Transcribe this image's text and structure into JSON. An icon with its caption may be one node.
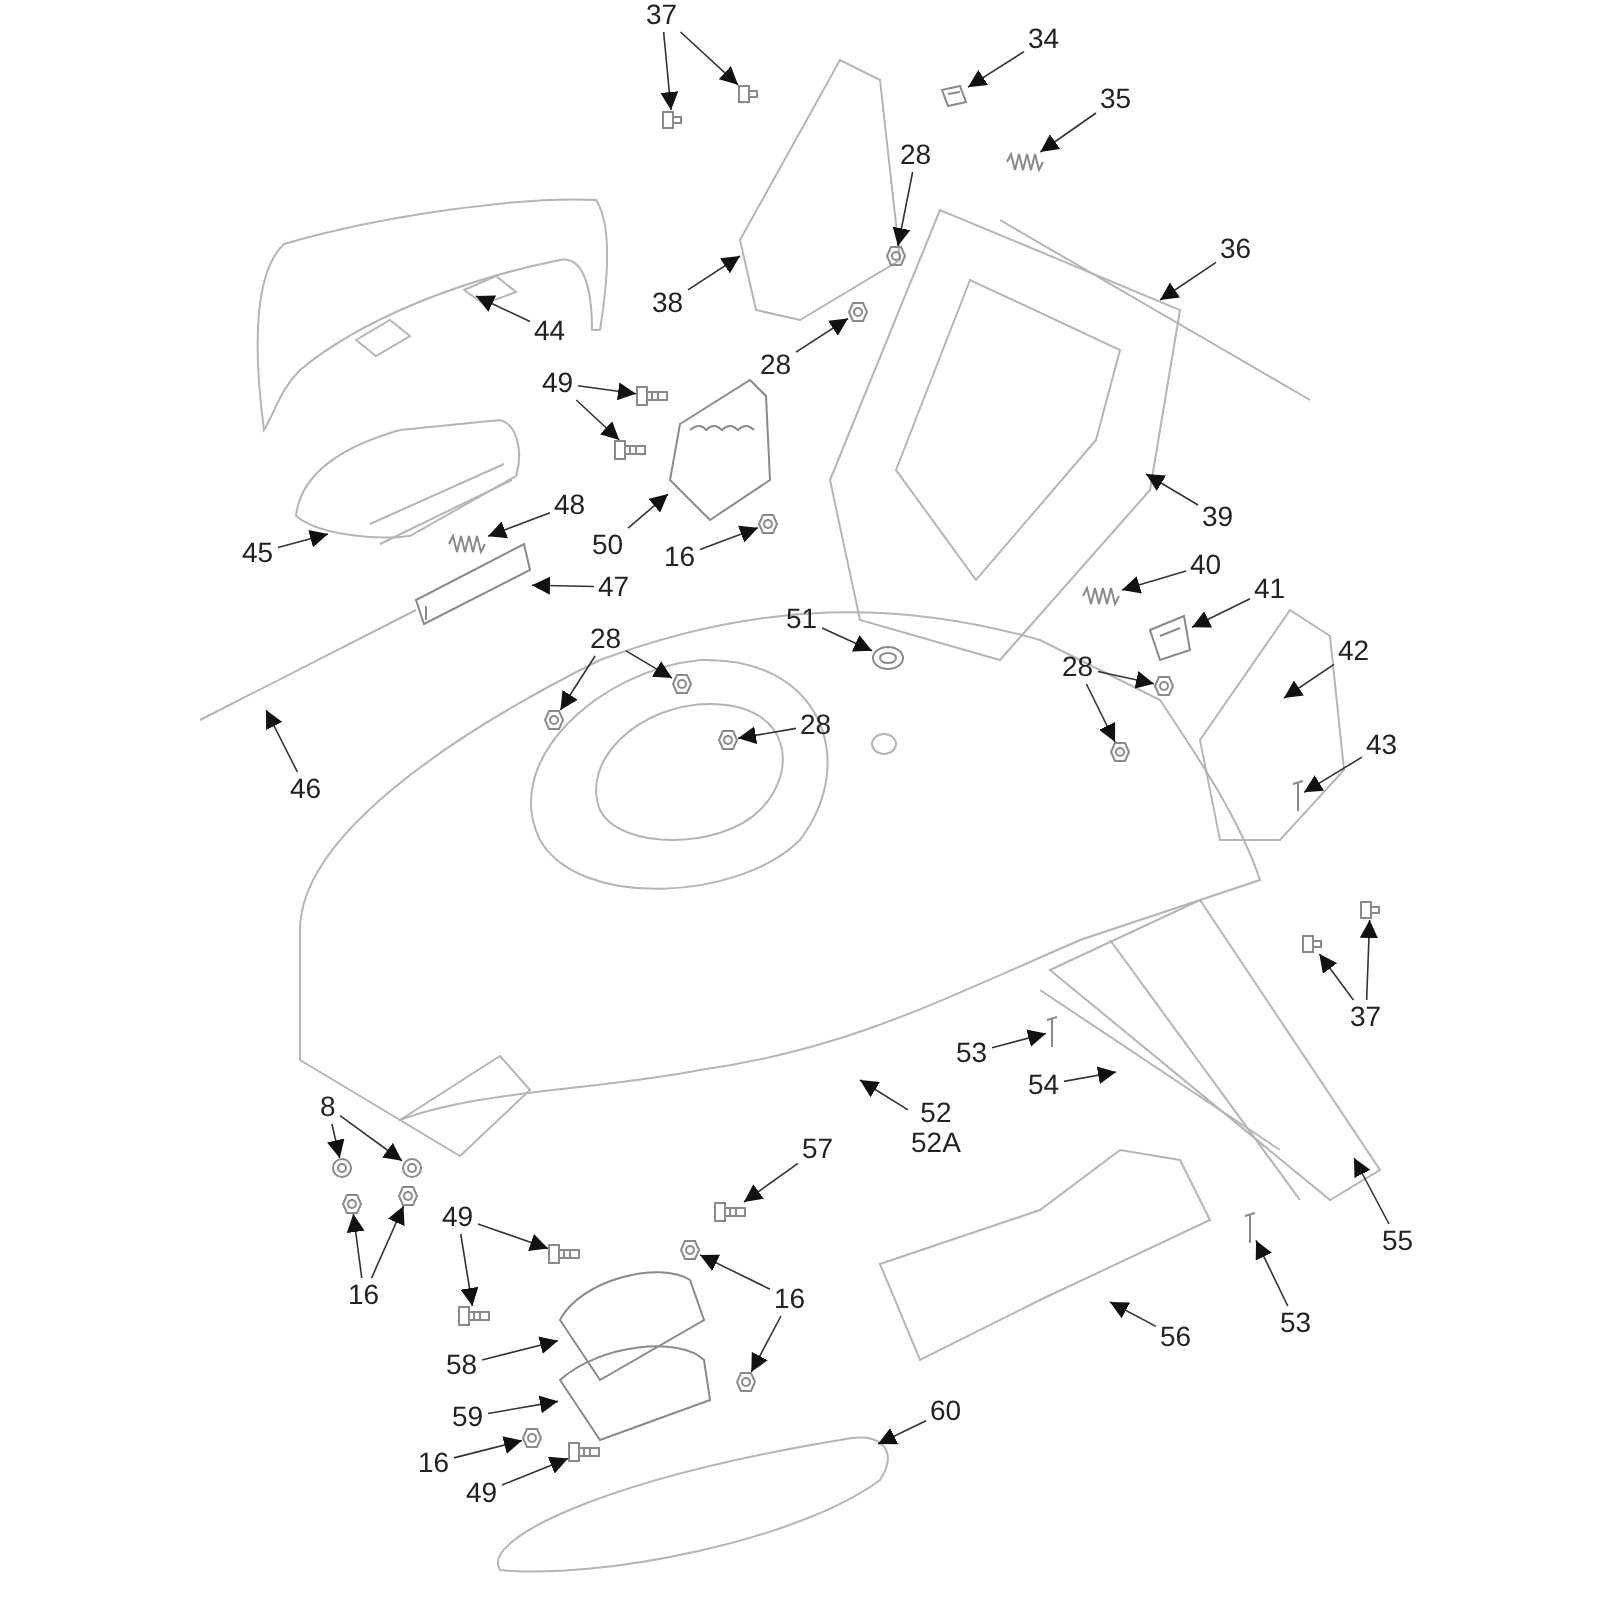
{
  "diagram": {
    "nodes": [
      {
        "text": [
          "37"
        ]
      },
      {
        "text": [
          "34"
        ]
      },
      {
        "text": [
          "35"
        ]
      },
      {
        "text": [
          "28"
        ]
      },
      {
        "text": [
          "36"
        ]
      },
      {
        "text": [
          "44"
        ]
      },
      {
        "text": [
          "38"
        ]
      },
      {
        "text": [
          "28"
        ]
      },
      {
        "text": [
          "49"
        ]
      },
      {
        "text": [
          "39"
        ]
      },
      {
        "text": [
          "45"
        ]
      },
      {
        "text": [
          "48"
        ]
      },
      {
        "text": [
          "50"
        ]
      },
      {
        "text": [
          "16"
        ]
      },
      {
        "text": [
          "47"
        ]
      },
      {
        "text": [
          "40"
        ]
      },
      {
        "text": [
          "41"
        ]
      },
      {
        "text": [
          "28"
        ]
      },
      {
        "text": [
          "51"
        ]
      },
      {
        "text": [
          "42"
        ]
      },
      {
        "text": [
          "28"
        ]
      },
      {
        "text": [
          "28"
        ]
      },
      {
        "text": [
          "46"
        ]
      },
      {
        "text": [
          "43"
        ]
      },
      {
        "text": [
          "37"
        ]
      },
      {
        "text": [
          "53"
        ]
      },
      {
        "text": [
          "54"
        ]
      },
      {
        "text": [
          "52",
          "52A"
        ]
      },
      {
        "text": [
          "8"
        ]
      },
      {
        "text": [
          "57"
        ]
      },
      {
        "text": [
          "16"
        ]
      },
      {
        "text": [
          "49"
        ]
      },
      {
        "text": [
          "16"
        ]
      },
      {
        "text": [
          "55"
        ]
      },
      {
        "text": [
          "56"
        ]
      },
      {
        "text": [
          "53"
        ]
      },
      {
        "text": [
          "58"
        ]
      },
      {
        "text": [
          "59"
        ]
      },
      {
        "text": [
          "60"
        ]
      },
      {
        "text": [
          "16"
        ]
      },
      {
        "text": [
          "49"
        ]
      },
      {
        "text": [],
        "shape": "picture"
      },
      {
        "text": [],
        "shape": "picture"
      },
      {
        "text": [],
        "shape": "picture"
      },
      {
        "text": [],
        "shape": "picture"
      },
      {
        "text": [],
        "shape": "picture"
      },
      {
        "text": [],
        "shape": "picture"
      },
      {
        "text": [],
        "shape": "picture"
      },
      {
        "text": [],
        "shape": "picture"
      },
      {
        "text": [],
        "shape": "picture"
      },
      {
        "text": [],
        "shape": "picture"
      },
      {
        "text": [],
        "shape": "picture"
      },
      {
        "text": [],
        "shape": "picture"
      },
      {
        "text": [],
        "shape": "picture"
      },
      {
        "text": [],
        "shape": "picture"
      },
      {
        "text": [],
        "shape": "picture"
      },
      {
        "text": [],
        "shape": "picture"
      },
      {
        "text": [],
        "shape": "picture"
      },
      {
        "text": [],
        "shape": "picture"
      },
      {
        "text": [],
        "shape": "picture"
      },
      {
        "text": [],
        "shape": "picture"
      },
      {
        "text": [],
        "shape": "picture"
      },
      {
        "text": [],
        "shape": "picture"
      },
      {
        "text": [],
        "shape": "picture"
      },
      {
        "text": [],
        "shape": "picture"
      },
      {
        "text": [],
        "shape": "picture"
      },
      {
        "text": [],
        "shape": "picture"
      },
      {
        "text": [],
        "shape": "picture"
      },
      {
        "text": [],
        "shape": "picture"
      },
      {
        "text": [],
        "shape": "picture"
      },
      {
        "text": [],
        "shape": "picture"
      },
      {
        "text": [],
        "shape": "picture"
      },
      {
        "text": [],
        "shape": "picture"
      },
      {
        "text": [],
        "shape": "picture"
      },
      {
        "text": [],
        "shape": "picture"
      },
      {
        "text": [],
        "shape": "picture"
      },
      {
        "text": [],
        "shape": "picture"
      },
      {
        "text": [],
        "shape": "picture"
      },
      {
        "text": [],
        "shape": "picture"
      }
    ],
    "edges": [
      {
        "from": 0,
        "to": 49,
        "arrow": "to"
      },
      {
        "from": 0,
        "to": 50,
        "arrow": "to"
      },
      {
        "from": 1,
        "to": 51,
        "arrow": "to"
      },
      {
        "from": 2,
        "to": 52,
        "arrow": "to"
      },
      {
        "from": 3,
        "to": 53,
        "arrow": "to"
      },
      {
        "from": 4,
        "to": null,
        "arrow": "to"
      },
      {
        "from": 5,
        "to": null,
        "arrow": "to"
      },
      {
        "from": 6,
        "to": null,
        "arrow": "to"
      },
      {
        "from": 7,
        "to": 54,
        "arrow": "to"
      },
      {
        "from": 8,
        "to": 55,
        "arrow": "to"
      },
      {
        "from": 8,
        "to": 56,
        "arrow": "to"
      },
      {
        "from": 9,
        "to": null,
        "arrow": "to"
      },
      {
        "from": 10,
        "to": null,
        "arrow": "to"
      },
      {
        "from": 11,
        "to": 57,
        "arrow": "to"
      },
      {
        "from": 12,
        "to": 41,
        "arrow": "to"
      },
      {
        "from": 13,
        "to": 58,
        "arrow": "to"
      },
      {
        "from": 14,
        "to": 42,
        "arrow": "to"
      },
      {
        "from": 15,
        "to": 59,
        "arrow": "to"
      },
      {
        "from": 16,
        "to": 43,
        "arrow": "to"
      },
      {
        "from": 17,
        "to": 60,
        "arrow": "to"
      },
      {
        "from": 17,
        "to": 61,
        "arrow": "to"
      },
      {
        "from": 18,
        "to": 62,
        "arrow": "to"
      },
      {
        "from": 19,
        "to": null,
        "arrow": "to"
      },
      {
        "from": 20,
        "to": 63,
        "arrow": "to"
      },
      {
        "from": 21,
        "to": 64,
        "arrow": "to"
      },
      {
        "from": 21,
        "to": 65,
        "arrow": "to"
      },
      {
        "from": 22,
        "to": null,
        "arrow": "to"
      },
      {
        "from": 23,
        "to": 66,
        "arrow": "to"
      },
      {
        "from": 24,
        "to": 67,
        "arrow": "to"
      },
      {
        "from": 24,
        "to": 68,
        "arrow": "to"
      },
      {
        "from": 25,
        "to": 44,
        "arrow": "to"
      },
      {
        "from": 26,
        "to": null,
        "arrow": "to"
      },
      {
        "from": 27,
        "to": null,
        "arrow": "to"
      },
      {
        "from": 28,
        "to": 69,
        "arrow": "to"
      },
      {
        "from": 28,
        "to": 45,
        "arrow": "to"
      },
      {
        "from": 29,
        "to": 70,
        "arrow": "to"
      },
      {
        "from": 30,
        "to": 71,
        "arrow": "to"
      },
      {
        "from": 30,
        "to": 46,
        "arrow": "to"
      },
      {
        "from": 31,
        "to": 72,
        "arrow": "to"
      },
      {
        "from": 31,
        "to": 47,
        "arrow": "to"
      },
      {
        "from": 32,
        "to": 73,
        "arrow": "to"
      },
      {
        "from": 32,
        "to": 74,
        "arrow": "to"
      },
      {
        "from": 33,
        "to": null,
        "arrow": "to"
      },
      {
        "from": 34,
        "to": null,
        "arrow": "to"
      },
      {
        "from": 35,
        "to": 75,
        "arrow": "to"
      },
      {
        "from": 36,
        "to": 76,
        "arrow": "to"
      },
      {
        "from": 37,
        "to": 77,
        "arrow": "to"
      },
      {
        "from": 38,
        "to": null,
        "arrow": "to"
      },
      {
        "from": 39,
        "to": 48,
        "arrow": "to"
      },
      {
        "from": 40,
        "to": 78,
        "arrow": "to"
      }
    ]
  }
}
